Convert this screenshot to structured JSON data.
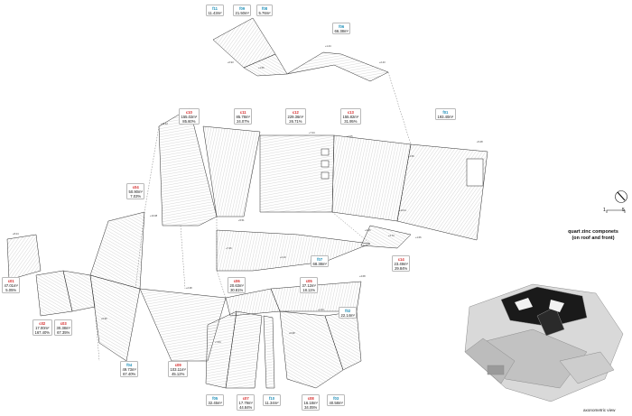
{
  "legend": {
    "title_line1": "quart zinc componets",
    "title_line2": "(on roof and front)",
    "scale_start": "1",
    "scale_end": "5"
  },
  "caption": "axonometric view",
  "colors": {
    "roof_code": "#d62a2a",
    "front_code": "#1f8fb8",
    "line": "#2b2b2b",
    "hatch": "#7a7a7a",
    "shadow_roof": "#1a1a1a"
  },
  "components": [
    {
      "id": "f11",
      "type": "front",
      "value": "11.43m²"
    },
    {
      "id": "f09",
      "type": "front",
      "value": "21.50m²"
    },
    {
      "id": "f08",
      "type": "front",
      "value": "5.76m²"
    },
    {
      "id": "f06",
      "type": "front",
      "value": "66.38m²"
    },
    {
      "id": "c10",
      "type": "roof",
      "value": "155.02m²",
      "pct": "85.60%"
    },
    {
      "id": "c11",
      "type": "roof",
      "value": "85.78m²",
      "pct": "24.07%"
    },
    {
      "id": "c12",
      "type": "roof",
      "value": "229.36m²",
      "pct": "26.71%"
    },
    {
      "id": "c13",
      "type": "roof",
      "value": "155.82m²",
      "pct": "31.95%"
    },
    {
      "id": "f01",
      "type": "front",
      "value": "193.40m²"
    },
    {
      "id": "c04",
      "type": "roof",
      "value": "50.90m²",
      "pct": "7.03%"
    },
    {
      "id": "f07",
      "type": "front",
      "value": "68.38m²"
    },
    {
      "id": "c14",
      "type": "roof",
      "value": "23.49m²",
      "pct": "29.84%"
    },
    {
      "id": "c01",
      "type": "roof",
      "value": "47.01m²",
      "pct": "5.05%"
    },
    {
      "id": "c06",
      "type": "roof",
      "value": "20.63m²",
      "pct": "30.81%"
    },
    {
      "id": "c05",
      "type": "roof",
      "value": "37.12m²",
      "pct": "18.11%"
    },
    {
      "id": "c02",
      "type": "roof",
      "value": "17.00m²",
      "pct": "167.40%"
    },
    {
      "id": "c03",
      "type": "roof",
      "value": "30.38m²",
      "pct": "67.35%"
    },
    {
      "id": "f02",
      "type": "front",
      "value": "22.14m²"
    },
    {
      "id": "f04",
      "type": "front",
      "value": "49.73m²",
      "pct": "67.40%"
    },
    {
      "id": "c09",
      "type": "roof",
      "value": "103.11m²",
      "pct": "45.12%"
    },
    {
      "id": "f05",
      "type": "front",
      "value": "32.45m²"
    },
    {
      "id": "c07",
      "type": "roof",
      "value": "17.79m²",
      "pct": "44.84%"
    },
    {
      "id": "f10",
      "type": "front",
      "value": "11.34m²"
    },
    {
      "id": "c08",
      "type": "roof",
      "value": "16.18m²",
      "pct": "34.05%"
    },
    {
      "id": "f03",
      "type": "front",
      "value": "40.58m²"
    }
  ],
  "elevations": [
    "+1.44",
    "+0.93",
    "+1.56",
    "+2.43",
    "+11.42",
    "+7.34",
    "+1.05",
    "+1.56",
    "+5.28",
    "+13.11",
    "+4.46",
    "+1.66",
    "+5.51",
    "+4.73",
    "+10.38",
    "+7.36",
    "+2.10",
    "+8.24",
    "+0.96",
    "+4.68",
    "+1.34",
    "+7.84",
    "+0.98",
    "+2.38"
  ]
}
